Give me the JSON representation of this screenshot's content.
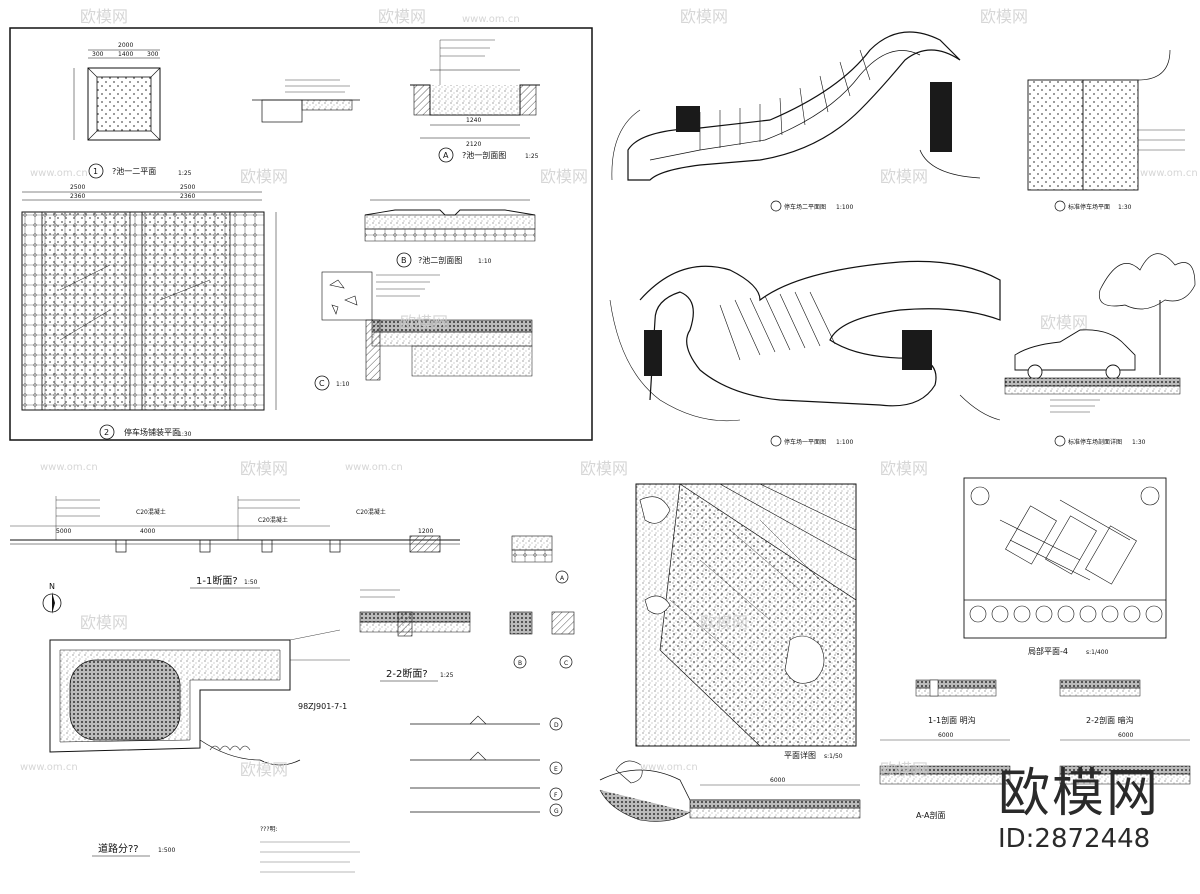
{
  "watermark": {
    "brand": "欧模网",
    "url": "www.om.cn"
  },
  "brand_mark": {
    "logo": "欧模网",
    "id": "ID:2872448"
  },
  "panel_a": {
    "dims": [
      "2000",
      "300",
      "1400",
      "300",
      "2500",
      "2360",
      "2500",
      "2360",
      "2120",
      "1240"
    ],
    "labels": {
      "plan1": "?池一二平面",
      "plan1_scale": "1:25",
      "plan2": "停车场铺装平面",
      "plan2_scale": "1:30",
      "secA": "?池一剖面图",
      "secA_scale": "1:25",
      "secB": "?池二剖面图",
      "secB_scale": "1:10",
      "secC_scale": "1:10",
      "num1": "1",
      "num2": "2",
      "letA": "A",
      "letB": "B",
      "letC": "C"
    }
  },
  "panel_b": {
    "labels": {
      "plan2": "停车场二平面图",
      "plan2_scale": "1:100",
      "std_plan": "标准停车场平面",
      "std_plan_scale": "1:30",
      "plan1": "停车场一平面图",
      "plan1_scale": "1:100",
      "std_sec": "标准停车场剖面详图",
      "std_sec_scale": "1:30"
    }
  },
  "panel_c": {
    "labels": {
      "sec11": "1-1断面?",
      "sec11_scale": "1:50",
      "sec22": "2-2断面?",
      "sec22_scale": "1:25",
      "north": "N",
      "road": "道路分??",
      "road_scale": "1:500",
      "note_title": "???明:",
      "note_ref": "98ZJ901-7-1",
      "dim4000": "4000",
      "dim5000": "5000",
      "dim1200": "1200",
      "c20a": "C20混凝土",
      "c20b": "C20混凝土",
      "c20c": "C20混凝土",
      "letA": "A",
      "letB": "B",
      "letC": "C",
      "letD": "D",
      "letE": "E",
      "letF": "F",
      "letG": "G"
    }
  },
  "panel_d": {
    "labels": {
      "detail": "平面详图",
      "detail_scale": "s:1/50",
      "local": "局部平面-4",
      "local_scale": "s:1/400",
      "sec11": "1-1剖面 明沟",
      "sec22": "2-2剖面 暗沟",
      "secAA": "A-A剖面",
      "dim6000": "6000"
    }
  }
}
